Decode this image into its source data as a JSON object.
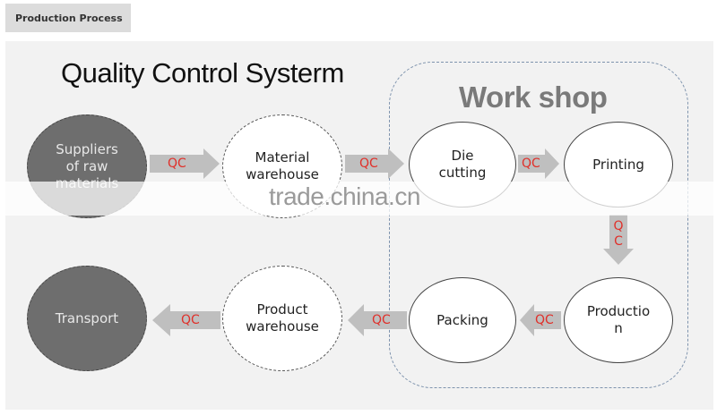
{
  "tab": {
    "label": "Production Process"
  },
  "diagram": {
    "title": "Quality Control Systerm",
    "workshop_label": "Work shop",
    "watermark": "trade.china.cn",
    "nodes": [
      {
        "id": "suppliers",
        "label": "Suppliers\nof raw\nmaterials",
        "style": "dark"
      },
      {
        "id": "material-warehouse",
        "label": "Material\nwarehouse",
        "style": "dashed"
      },
      {
        "id": "die-cutting",
        "label": "Die\ncutting",
        "style": "solid"
      },
      {
        "id": "printing",
        "label": "Printing",
        "style": "solid"
      },
      {
        "id": "production",
        "label": "Productio\nn",
        "style": "solid"
      },
      {
        "id": "packing",
        "label": "Packing",
        "style": "solid"
      },
      {
        "id": "product-warehouse",
        "label": "Product\nwarehouse",
        "style": "dashed"
      },
      {
        "id": "transport",
        "label": "Transport",
        "style": "dark"
      }
    ],
    "arrows": [
      {
        "from": "suppliers",
        "to": "material-warehouse",
        "label": "QC",
        "direction": "right"
      },
      {
        "from": "material-warehouse",
        "to": "die-cutting",
        "label": "QC",
        "direction": "right"
      },
      {
        "from": "die-cutting",
        "to": "printing",
        "label": "QC",
        "direction": "right"
      },
      {
        "from": "printing",
        "to": "production",
        "label": "Q\nC",
        "direction": "down"
      },
      {
        "from": "production",
        "to": "packing",
        "label": "QC",
        "direction": "left"
      },
      {
        "from": "packing",
        "to": "product-warehouse",
        "label": "QC",
        "direction": "left"
      },
      {
        "from": "product-warehouse",
        "to": "transport",
        "label": "QC",
        "direction": "left"
      }
    ],
    "colors": {
      "qc_label": "#e0302a",
      "arrow_fill": "#bfbfbf",
      "dark_node": "#6e6e6e",
      "workshop_border": "#7e93ad",
      "panel_bg": "#f2f2f2"
    }
  }
}
